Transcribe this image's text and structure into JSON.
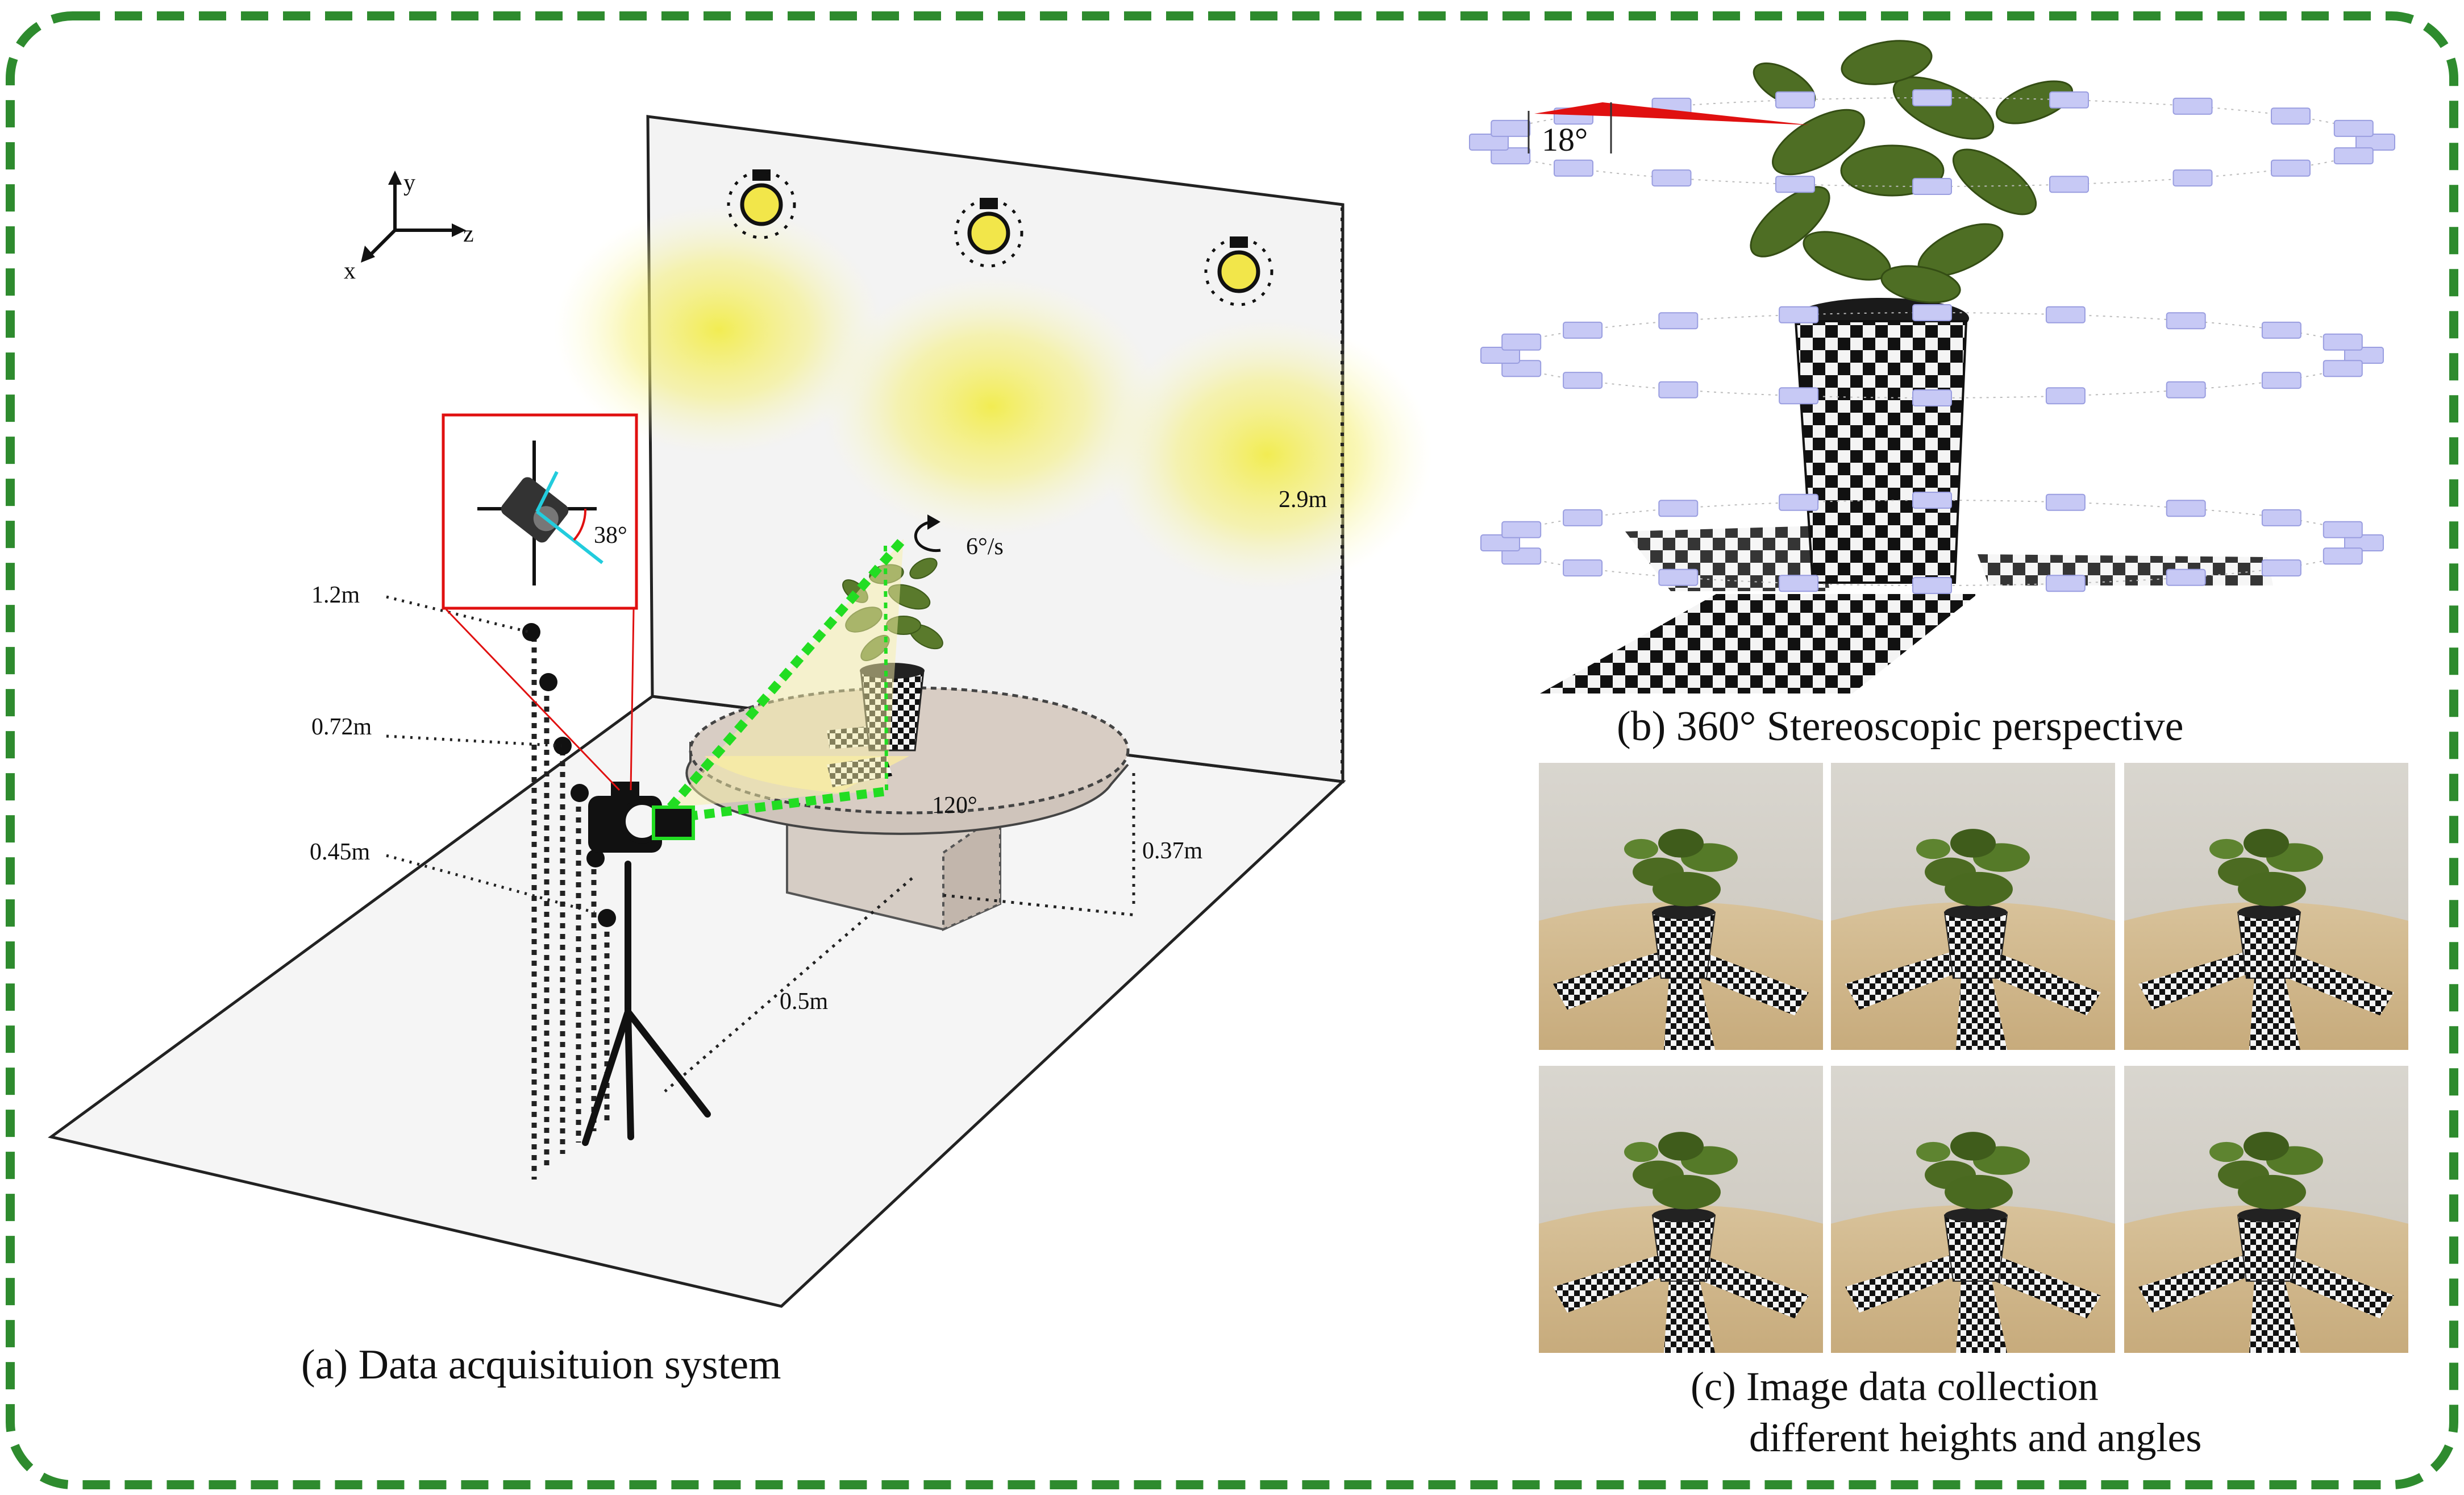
{
  "panels": {
    "a": {
      "caption": "(a)  Data acquisituion system"
    },
    "b": {
      "caption": "(b)   360° Stereoscopic perspective",
      "angle_label": "18°"
    },
    "c": {
      "caption_line1": "(c)      Image data collection",
      "caption_line2": "different heights and angles"
    }
  },
  "axes": {
    "x": "x",
    "y": "y",
    "z": "z"
  },
  "labels": {
    "wall_height": "2.9m",
    "camera_tilt": "38°",
    "rotation_speed": "6°/s",
    "view_angle": "120°",
    "table_height": "0.37m",
    "distance": "0.5m",
    "height_high": "1.2m",
    "height_mid": "0.72m",
    "height_low": "0.45m"
  },
  "colors": {
    "frame": "#2e8b2e",
    "view_cone": "#22dd22",
    "light_glow": "#f2ec4a",
    "ring_camera": "#c7c9f5",
    "callout": "#e01010",
    "angle_marker": "#e01010"
  },
  "icons": [
    "light-bulb-icon",
    "axis-gizmo-icon",
    "camera-icon",
    "tripod-icon",
    "rotation-arrow-icon"
  ]
}
